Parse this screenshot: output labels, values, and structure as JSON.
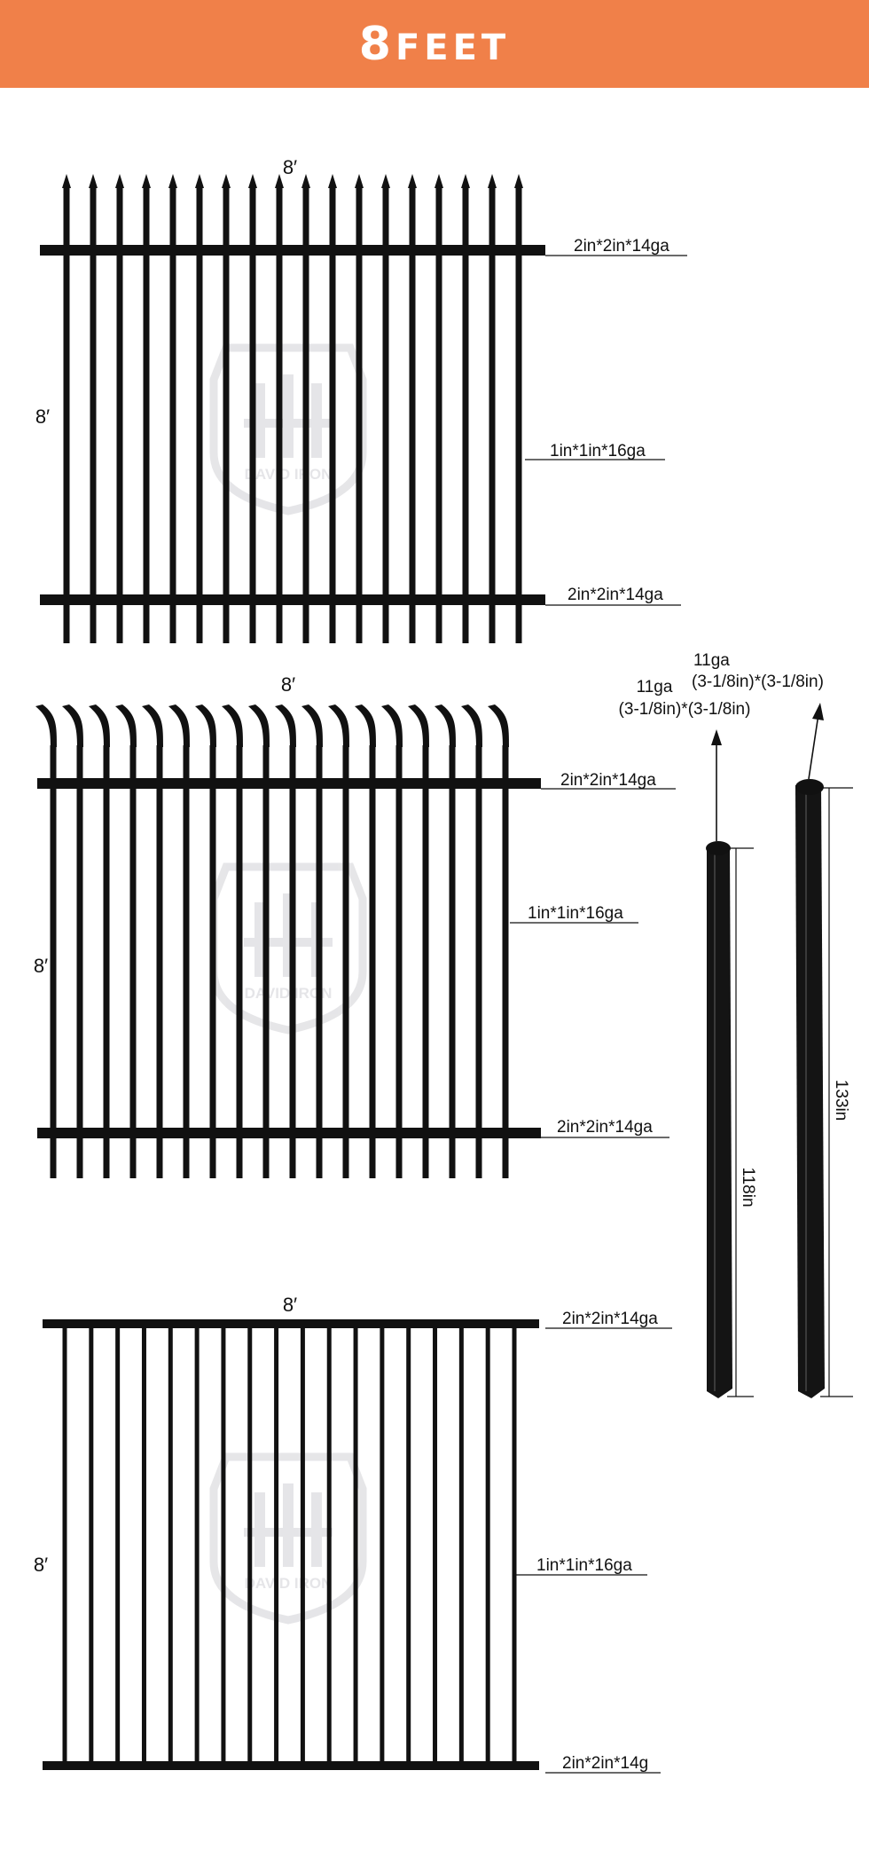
{
  "header": {
    "title_number": "8",
    "title_word": "FEET"
  },
  "colors": {
    "banner": "#f08049",
    "ink": "#111111",
    "watermark": "#e3e3e6"
  },
  "watermark": {
    "brand": "DAVID IRON"
  },
  "fences": [
    {
      "style": "spear-top",
      "picket_count": 18,
      "width_label": "8′",
      "height_label": "8′",
      "top_rail": "2in*2in*14ga",
      "picket": "1in*1in*16ga",
      "bottom_rail": "2in*2in*14ga"
    },
    {
      "style": "curved-spear-top",
      "picket_count": 18,
      "width_label": "8′",
      "height_label": "8′",
      "top_rail": "2in*2in*14ga",
      "picket": "1in*1in*16ga",
      "bottom_rail": "2in*2in*14ga"
    },
    {
      "style": "flat-top",
      "picket_count": 18,
      "width_label": "8′",
      "height_label": "8′",
      "top_rail": "2in*2in*14ga",
      "picket": "1in*1in*16ga",
      "bottom_rail": "2in*2in*14g"
    }
  ],
  "posts": [
    {
      "gauge": "11ga",
      "size": "(3-1/8in)*(3-1/8in)",
      "length": "118in"
    },
    {
      "gauge": "11ga",
      "size": "(3-1/8in)*(3-1/8in)",
      "length": "133in"
    }
  ]
}
